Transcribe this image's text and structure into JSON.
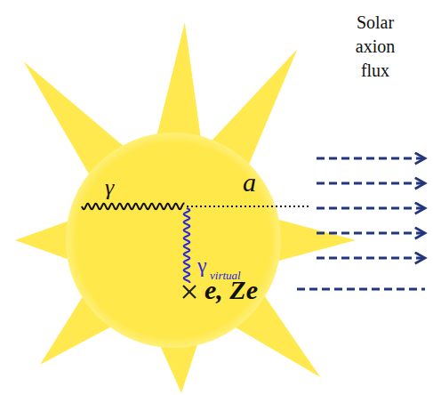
{
  "diagram": {
    "labels": [
      "Solar axion flux",
      "γ",
      "a",
      "γ",
      "virtual",
      "e, Ze"
    ]
  }
}
